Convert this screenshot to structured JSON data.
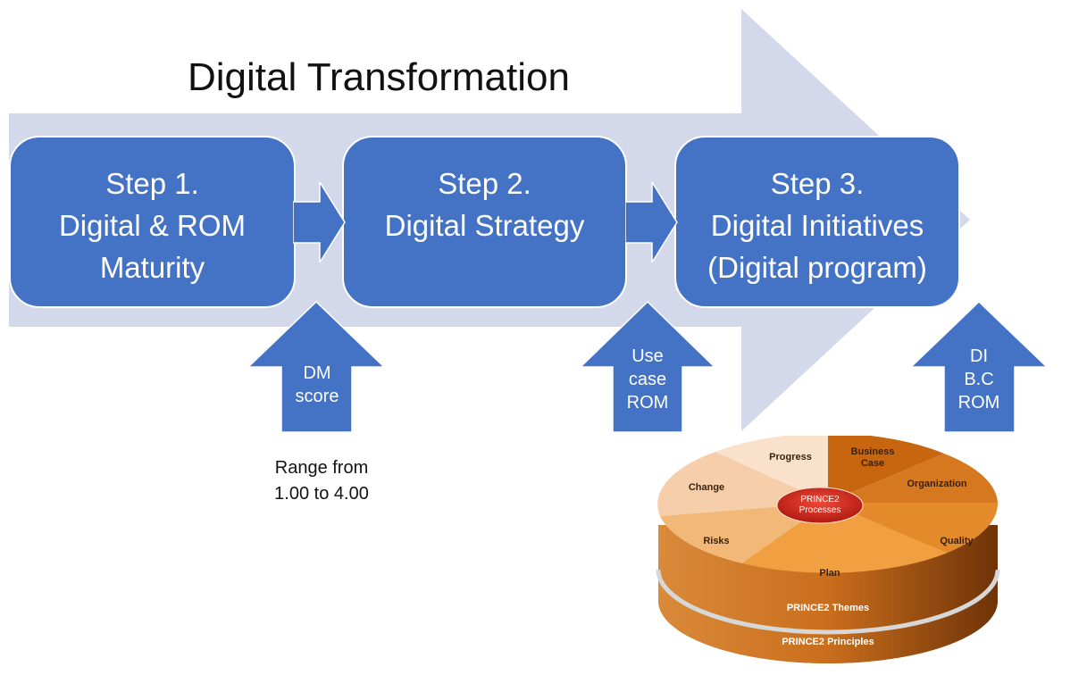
{
  "title": "Digital Transformation",
  "colors": {
    "background_arrow": "#d3d9ea",
    "step_fill": "#4472c4",
    "arrow_fill": "#4472c4",
    "pie_dark": "#c8660f",
    "pie_mid": "#e8902c",
    "pie_light": "#f2b878",
    "pie_pale": "#f8dcc0",
    "pie_center": "#d42a1e"
  },
  "steps": [
    {
      "heading": "Step 1.",
      "lines": [
        "Digital & ROM",
        "Maturity"
      ]
    },
    {
      "heading": "Step 2.",
      "lines": [
        "Digital Strategy"
      ]
    },
    {
      "heading": "Step 3.",
      "lines": [
        "Digital Initiatives",
        "(Digital program)"
      ]
    }
  ],
  "inputs": [
    {
      "lines": [
        "DM",
        "score"
      ]
    },
    {
      "lines": [
        "Use",
        "case",
        "ROM"
      ]
    },
    {
      "lines": [
        "DI",
        "B.C",
        "ROM"
      ]
    }
  ],
  "range_note": [
    "Range from",
    "1.00 to 4.00"
  ],
  "prince2": {
    "center": [
      "PRINCE2",
      "Processes"
    ],
    "themes_band": "PRINCE2 Themes",
    "principles_band": "PRINCE2 Principles",
    "segments": [
      {
        "label": [
          "Business",
          "Case"
        ]
      },
      {
        "label": [
          "Organization"
        ]
      },
      {
        "label": [
          "Quality"
        ]
      },
      {
        "label": [
          "Plan"
        ]
      },
      {
        "label": [
          "Risks"
        ]
      },
      {
        "label": [
          "Change"
        ]
      },
      {
        "label": [
          "Progress"
        ]
      }
    ]
  }
}
